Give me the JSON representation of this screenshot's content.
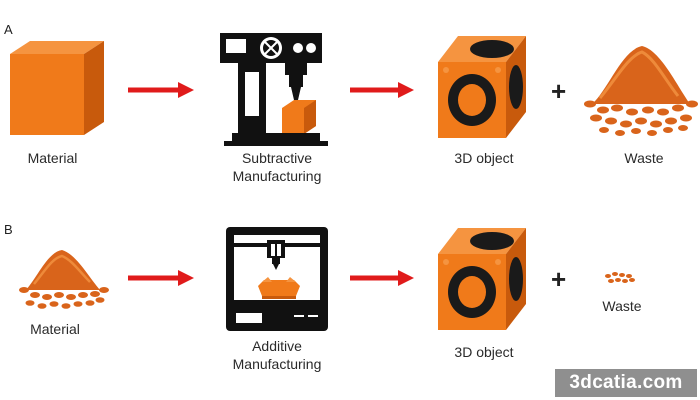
{
  "panels": {
    "A": {
      "letter": "A",
      "material_label": "Material",
      "process_label_line1": "Subtractive",
      "process_label_line2": "Manufacturing",
      "object_label": "3D object",
      "plus": "+",
      "waste_label": "Waste"
    },
    "B": {
      "letter": "B",
      "material_label": "Material",
      "process_label_line1": "Additive",
      "process_label_line2": "Manufacturing",
      "object_label": "3D object",
      "plus": "+",
      "waste_label": "Waste"
    }
  },
  "watermark": "3dcatia.com",
  "icons": {
    "material_cube": "cube-icon",
    "milling_machine": "milling-machine-icon",
    "printer": "3d-printer-icon",
    "object": "lattice-cube-icon",
    "powder": "powder-pile-icon"
  },
  "colors": {
    "orange": "#f07a1a",
    "orange_dark": "#c85a0c",
    "orange_light": "#f59440",
    "arrow": "#e01b1b",
    "machine": "#111111"
  }
}
